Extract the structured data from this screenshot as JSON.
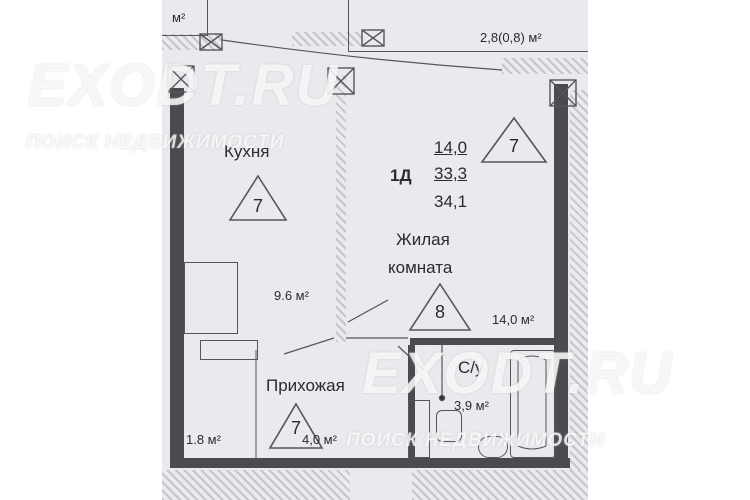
{
  "apartment": {
    "code": "1Д",
    "area_living": "14,0",
    "area_total": "33,3",
    "area_total_with_balcony": "34,1"
  },
  "rooms": {
    "kitchen": {
      "name": "Кухня",
      "area": "9.6 м²",
      "floor_mark": "7"
    },
    "living": {
      "name_line1": "Жилая",
      "name_line2": "комната",
      "area": "14,0 м²",
      "floor_mark": "8",
      "unit_mark": "7"
    },
    "hallway": {
      "name": "Прихожая",
      "area": "4,0 м²",
      "floor_mark": "7"
    },
    "bathroom": {
      "name": "С/у",
      "area": "3,9 м²"
    },
    "closet": {
      "area": "1.8 м²"
    },
    "balcony": {
      "area": "2,8(0,8) м²"
    },
    "top_left_fragment": {
      "area": "м²"
    }
  },
  "watermark": {
    "brand": "EXODT.RU",
    "brand_right": "EXODT.RU",
    "tagline_left": "ПОИСК НЕДВИЖИМОСТИ",
    "tagline_right": "ПОИСК НЕДВИЖИМОСТИ"
  },
  "colors": {
    "background": "#e9eaed",
    "wall": "#4a4a4f",
    "line": "#55565b",
    "text": "#2a2a30"
  }
}
